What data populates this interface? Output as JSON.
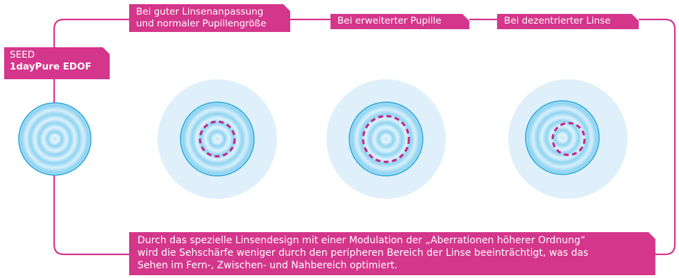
{
  "product": {
    "brand": "SEED",
    "model": "1dayPure EDOF"
  },
  "conditions": [
    {
      "label_line1": "Bei guter Linsenanpassung",
      "label_line2": "und normaler Pupillengröße"
    },
    {
      "label_line1": "Bei erweiterter Pupille"
    },
    {
      "label_line1": "Bei dezentrierter Linse"
    }
  ],
  "caption": {
    "line1": "Durch das spezielle Linsendesign mit einer Modulation der „Aberrationen höherer Ordnung“",
    "line2": "wird die Sehschärfe weniger durch den peripheren Bereich der Linse beeinträchtigt, was das",
    "line3": "Sehen im Fern-, Zwischen- und Nahbereich optimiert."
  },
  "colors": {
    "accent": "#d4368b",
    "eye": "#dff0fb",
    "lens": "#8fd4f2",
    "lens_ring": "#2aa6d8",
    "pupil": "#c2288a"
  }
}
